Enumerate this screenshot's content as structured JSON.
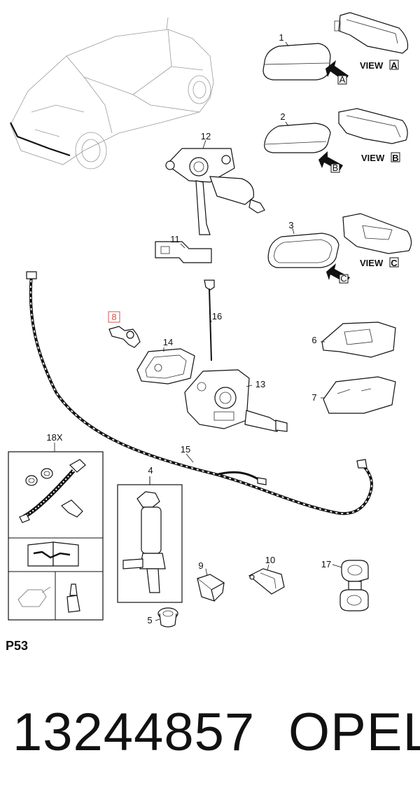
{
  "callouts": {
    "c1": "1",
    "c2": "2",
    "c3": "3",
    "c4": "4",
    "c5": "5",
    "c6": "6",
    "c7": "7",
    "c8": "8",
    "c9": "9",
    "c10": "10",
    "c11": "11",
    "c12": "12",
    "c13": "13",
    "c14": "14",
    "c15": "15",
    "c16": "16",
    "c17": "17",
    "c18": "18X"
  },
  "views": {
    "a_label": "VIEW",
    "a_letter": "A",
    "b_label": "VIEW",
    "b_letter": "B",
    "c_label": "VIEW",
    "c_letter": "C"
  },
  "page_code": "P53",
  "part_number": "13244857",
  "brand": "OPEL",
  "colors": {
    "highlight": "#d9534f",
    "line": "#111111",
    "car_outline": "#9a9a9a"
  }
}
